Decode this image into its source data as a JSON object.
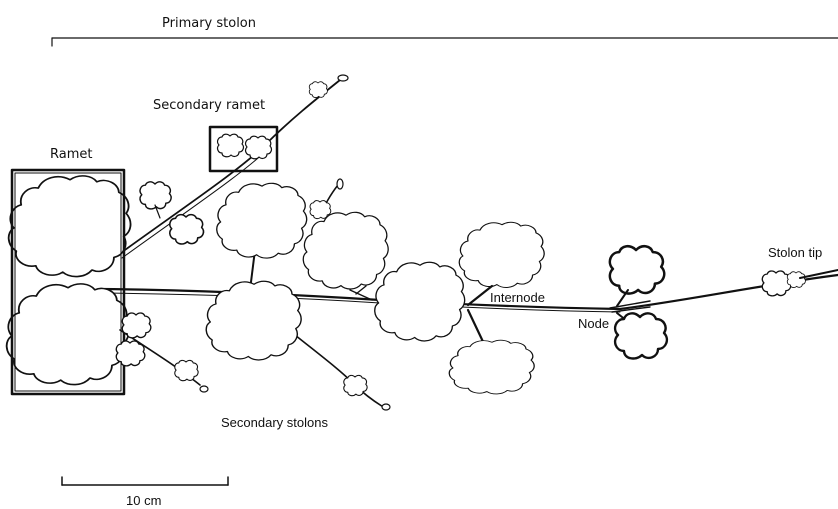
{
  "labels": {
    "primary_stolon": "Primary stolon",
    "secondary_ramet": "Secondary ramet",
    "ramet": "Ramet",
    "stolon_tip": "Stolon tip",
    "internode": "Internode",
    "node": "Node",
    "secondary_stolons": "Secondary stolons",
    "scale_bar": "10 cm"
  }
}
